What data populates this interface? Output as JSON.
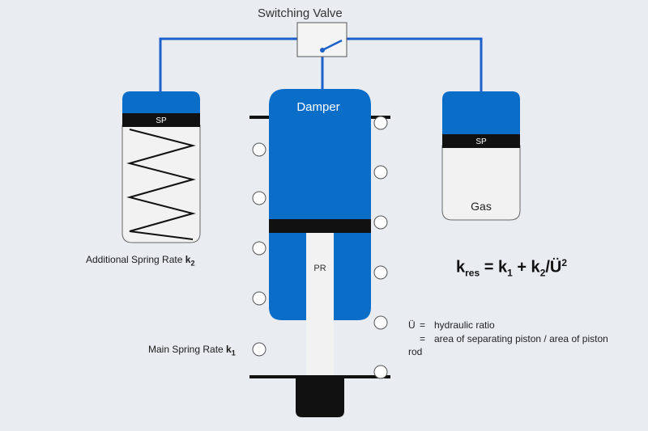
{
  "valve": {
    "title": "Switching Valve"
  },
  "damper": {
    "label": "Damper",
    "rod_label": "PR"
  },
  "accumulator_left": {
    "label": "SP"
  },
  "accumulator_right": {
    "label": "SP",
    "gas_label": "Gas"
  },
  "labels": {
    "additional_prefix": "Additional Spring Rate ",
    "additional_k": "k",
    "additional_sub": "2",
    "main_prefix": "Main Spring Rate ",
    "main_k": "k",
    "main_sub": "1"
  },
  "formula": {
    "k": "k",
    "res_sub": "res",
    "eq": " = k",
    "sub1": "1",
    "plus": " + k",
    "sub2": "2",
    "div": "/Ü",
    "sup": "2"
  },
  "legend": {
    "symbol": "Ü",
    "eq": "=",
    "line1": "hydraulic ratio",
    "line2_eq": "=",
    "line2": "area of separating piston / area of piston",
    "line3": "rod"
  },
  "colors": {
    "background": "#e9edf2",
    "blue": "#0a6ec9",
    "line": "#1b61c9",
    "black": "#111111",
    "rod": "#f2f2f2"
  }
}
